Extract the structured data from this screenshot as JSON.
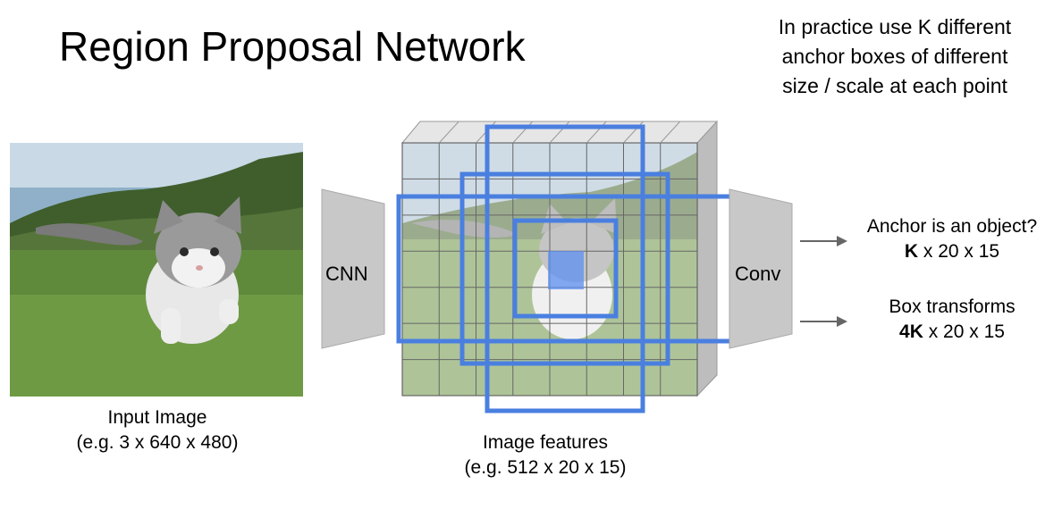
{
  "title": "Region Proposal Network",
  "note": {
    "line1": "In practice use K different",
    "line2": "anchor boxes of different",
    "line3": "size / scale at each point"
  },
  "input_image": {
    "caption_line1": "Input Image",
    "caption_line2": "(e.g. 3 x 640 x 480)"
  },
  "cnn": {
    "label": "CNN"
  },
  "features": {
    "caption_line1": "Image features",
    "caption_line2": "(e.g. 512 x 20 x 15)"
  },
  "conv": {
    "label": "Conv"
  },
  "outputs": [
    {
      "line1": "Anchor is an object?",
      "bold": "K",
      "rest": " x 20 x 15"
    },
    {
      "line1": "Box transforms",
      "bold": "4K",
      "rest": " x 20 x 15"
    }
  ],
  "colors": {
    "anchor_box": "#4a7fe0",
    "anchor_fill": "#5b8ff0",
    "funnel": "#c8c8c8",
    "arrow": "#666666",
    "grid_line": "#666666"
  }
}
